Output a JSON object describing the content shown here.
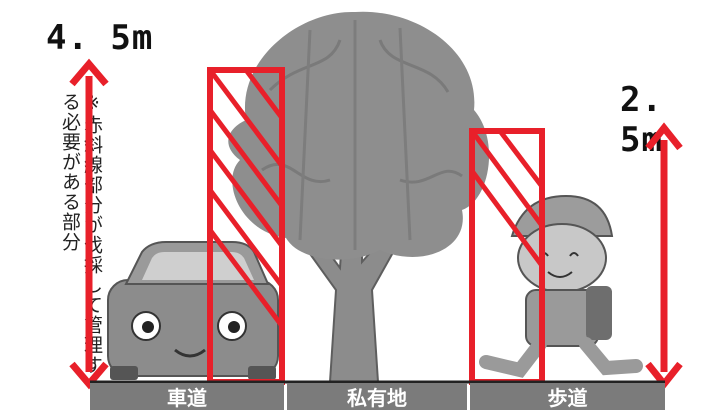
{
  "heights": {
    "road": "4. 5m",
    "sidewalk": "2. 5m"
  },
  "note": "※赤斜線部分が伐採して管理する必要がある部分",
  "zones": {
    "road": "車道",
    "private": "私有地",
    "sidewalk": "歩道"
  },
  "colors": {
    "accent_red": "#e8202a",
    "ground_gray": "#7b7b7b",
    "illustration_gray": "#8c8c8c"
  }
}
